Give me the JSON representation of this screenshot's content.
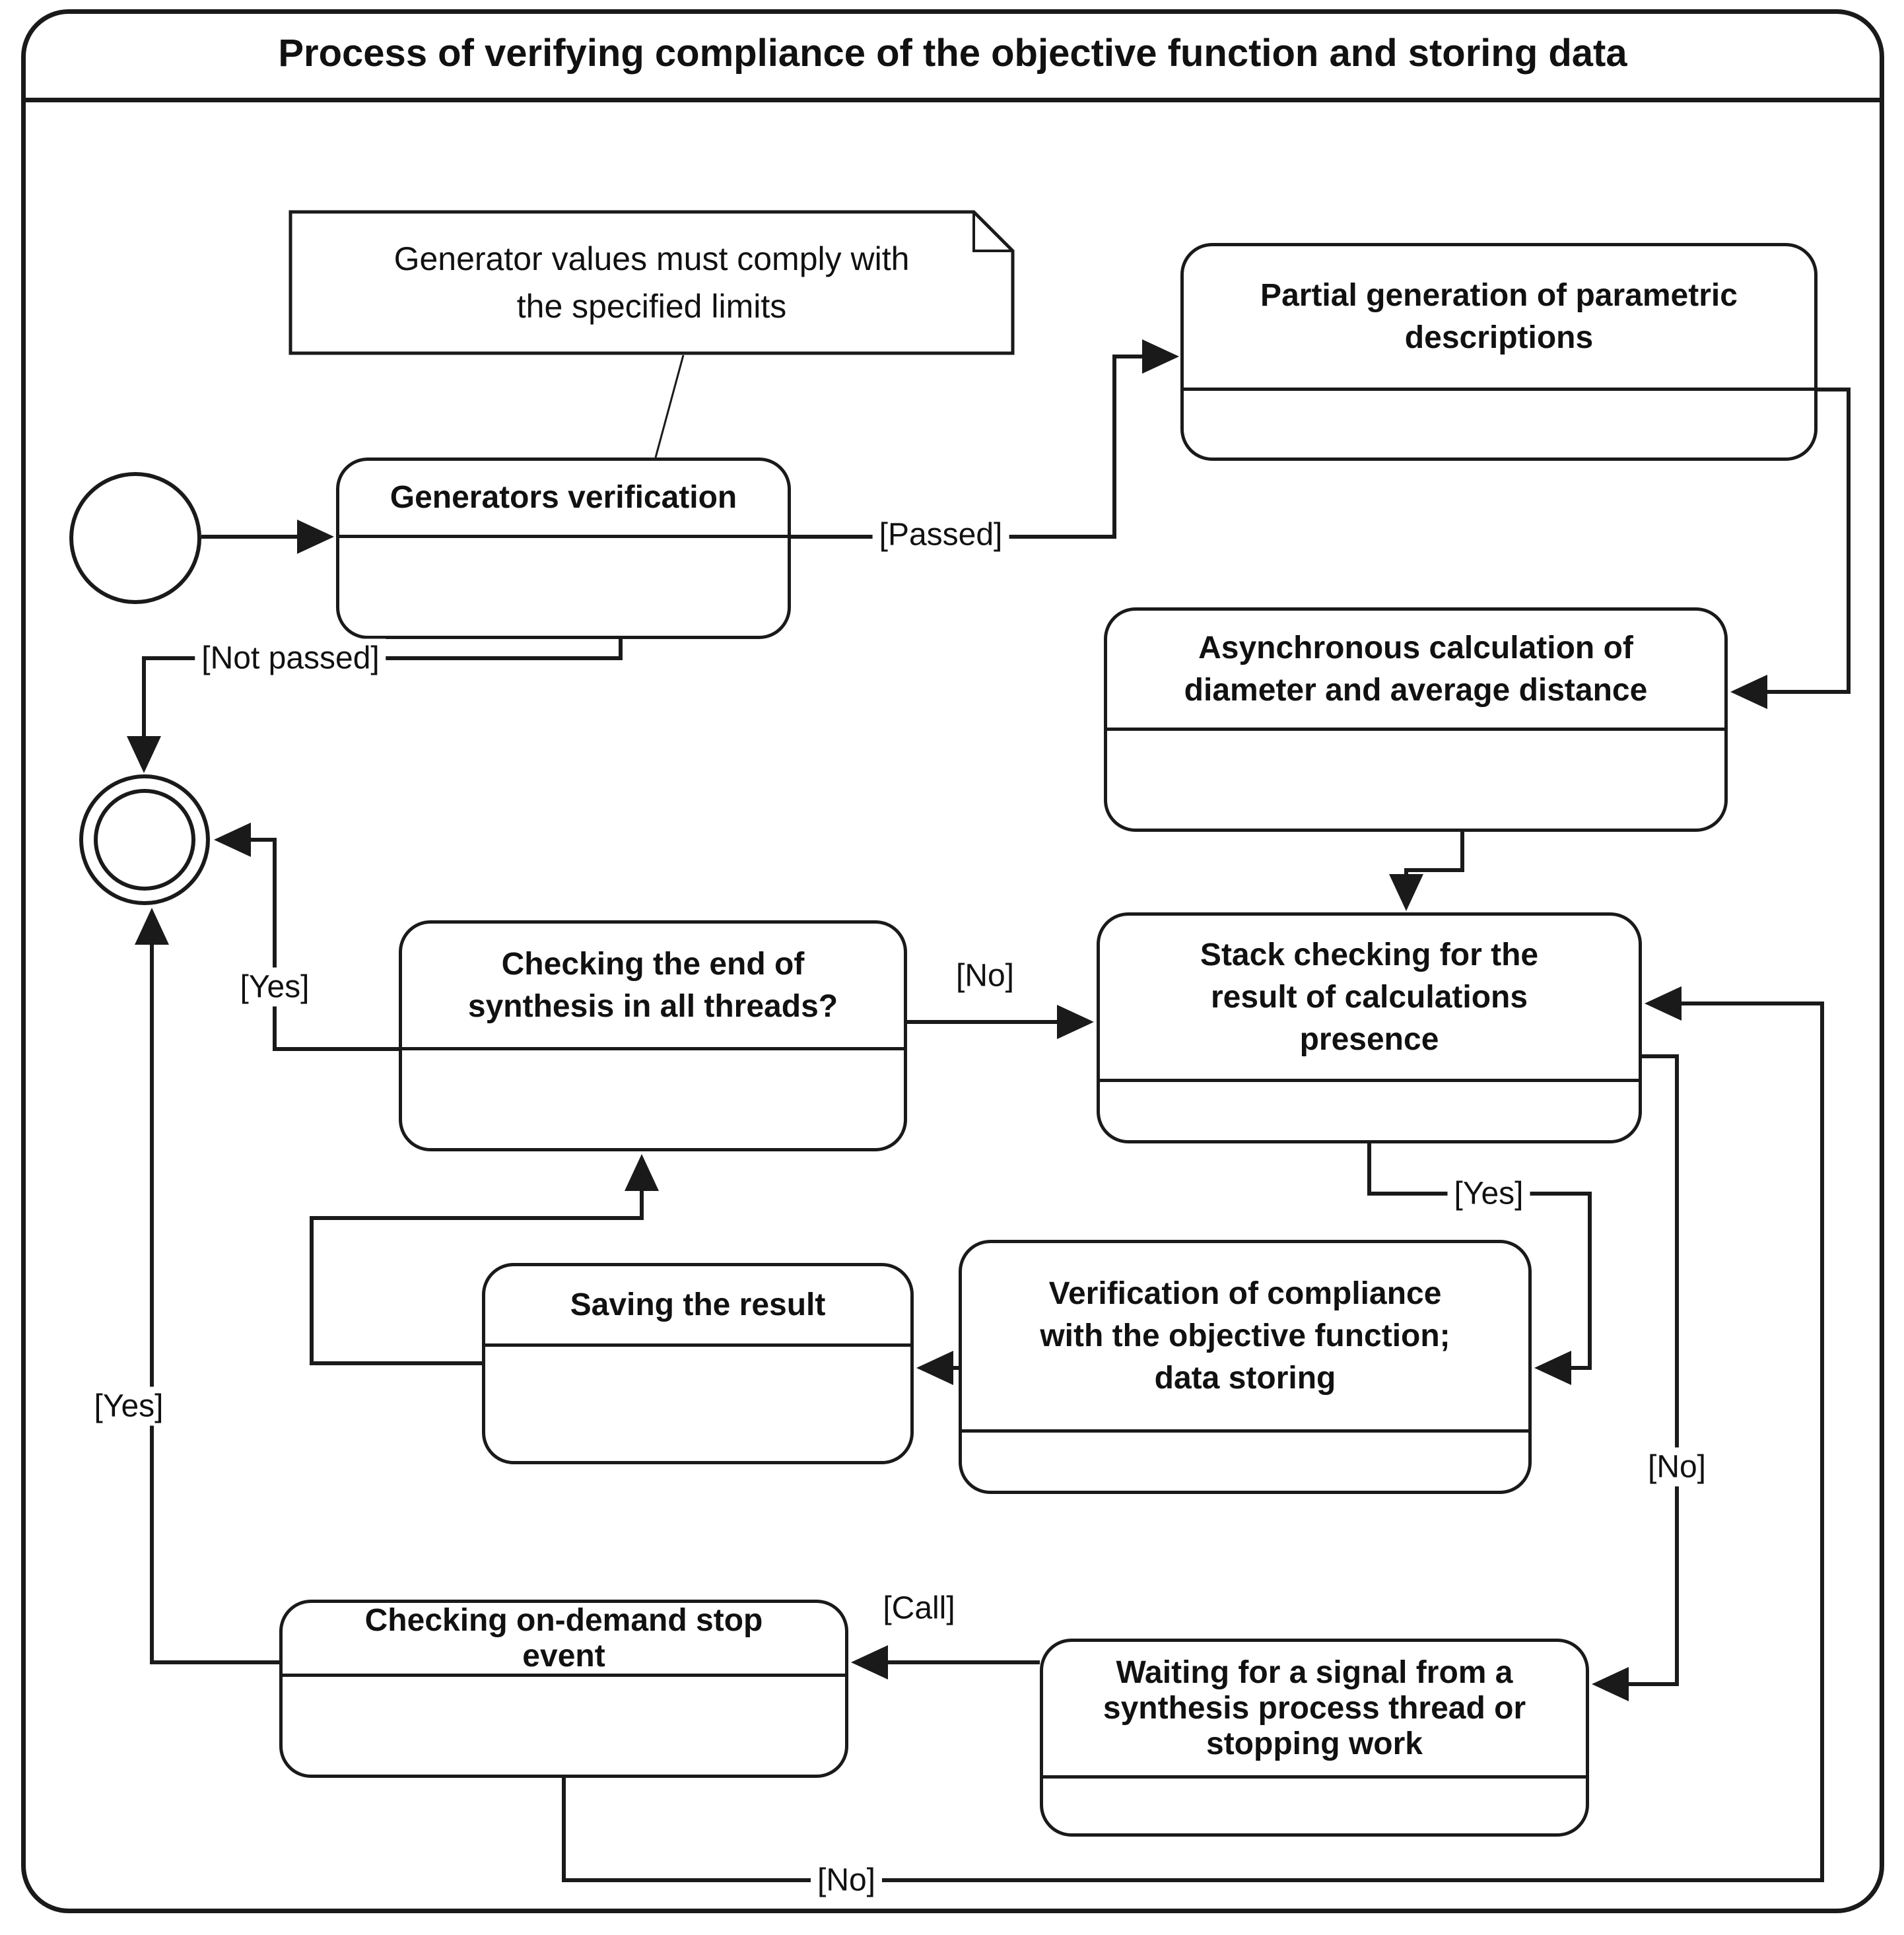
{
  "title": "Process of verifying compliance of the objective function and storing data",
  "note": {
    "lines": [
      "Generator values must comply with",
      "the specified limits"
    ]
  },
  "nodes": {
    "generators_verification": {
      "lines": [
        "Generators verification"
      ]
    },
    "partial_generation": {
      "lines": [
        "Partial generation of parametric",
        "descriptions"
      ]
    },
    "async_calculation": {
      "lines": [
        "Asynchronous calculation of",
        "diameter and average distance"
      ]
    },
    "stack_checking": {
      "lines": [
        "Stack checking for the",
        "result of calculations",
        "presence"
      ]
    },
    "check_end_synthesis": {
      "lines": [
        "Checking the end of",
        "synthesis in all threads?"
      ]
    },
    "verification_compliance": {
      "lines": [
        "Verification of compliance",
        "with the objective function;",
        "data storing"
      ]
    },
    "saving_result": {
      "lines": [
        "Saving the result"
      ]
    },
    "check_stop_event": {
      "lines": [
        "Checking on-demand stop",
        "event"
      ]
    },
    "waiting_signal": {
      "lines": [
        "Waiting for a signal from a",
        "synthesis process thread or",
        "stopping work"
      ]
    }
  },
  "labels": {
    "passed": "[Passed]",
    "not_passed": "[Not passed]",
    "yes_end_synthesis": "[Yes]",
    "no_end_synthesis": "[No]",
    "yes_stack": "[Yes]",
    "no_stack": "[No]",
    "call": "[Call]",
    "yes_stop": "[Yes]",
    "no_stop": "[No]"
  },
  "colors": {
    "stroke": "#1a1a1a",
    "background": "#ffffff"
  }
}
